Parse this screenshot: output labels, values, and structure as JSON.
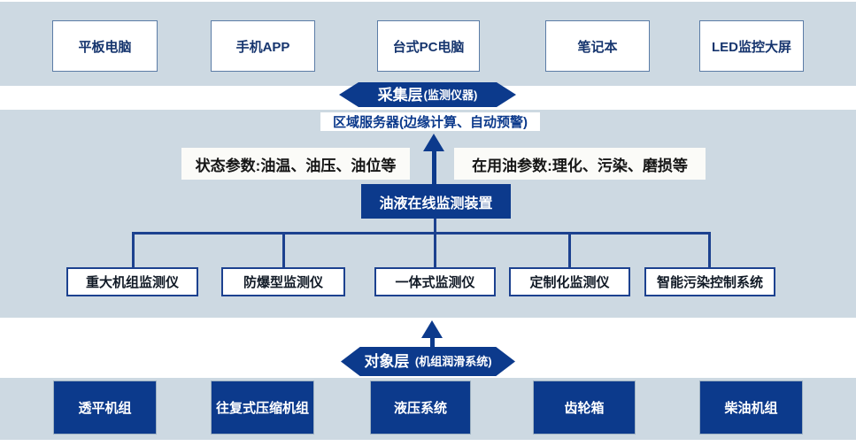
{
  "colors": {
    "band_background": "#cdd9e2",
    "navy_fill": "#0c3a8c",
    "connector_line": "#1c418f",
    "device_box_border": "#5b7ca6",
    "label_background": "#fbfbf8"
  },
  "top_devices": [
    "平板电脑",
    "手机APP",
    "台式PC电脑",
    "笔记本",
    "LED监控大屏"
  ],
  "collection_layer": {
    "title": "采集层",
    "subtitle": "(监测仪器)"
  },
  "server": "区域服务器(边缘计算、自动预警)",
  "status_params": "状态参数:油温、油压、油位等",
  "oil_params": "在用油参数:理化、污染、磨损等",
  "device": "油液在线监测装置",
  "monitors": [
    "重大机组监测仪",
    "防爆型监测仪",
    "一体式监测仪",
    "定制化监测仪",
    "智能污染控制系统"
  ],
  "object_layer": {
    "title": "对象层",
    "subtitle": "(机组润滑系统)"
  },
  "equipment": [
    "透平机组",
    "往复式压缩机组",
    "液压系统",
    "齿轮箱",
    "柴油机组"
  ]
}
